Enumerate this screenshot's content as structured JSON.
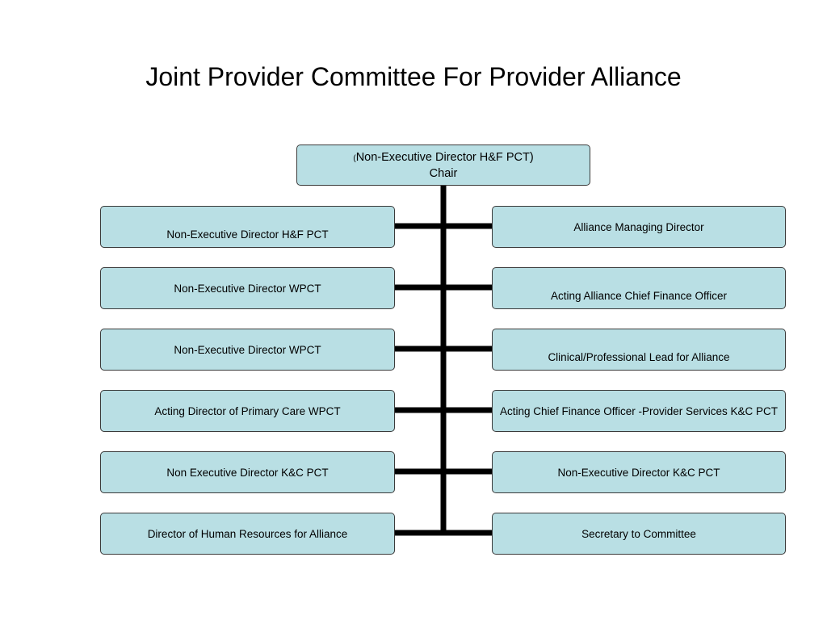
{
  "title": "Joint Provider Committee For Provider Alliance",
  "chair": {
    "open_paren": "(",
    "role": "Non-Executive Director H&F PCT)",
    "label": "Chair"
  },
  "left_members": [
    "Non-Executive Director H&F PCT",
    "Non-Executive Director WPCT",
    "Non-Executive Director WPCT",
    "Acting Director of Primary Care WPCT",
    "Non Executive Director K&C PCT",
    "Director of Human Resources for Alliance"
  ],
  "right_members": [
    "Alliance Managing Director",
    "Acting Alliance Chief Finance Officer",
    "Clinical/Professional Lead for Alliance",
    "Acting Chief Finance Officer -Provider Services K&C PCT",
    "Non-Executive Director K&C PCT",
    "Secretary to Committee"
  ],
  "colors": {
    "box_fill": "#b9dfe4",
    "box_border": "#3a3a3a",
    "connector": "#000000"
  }
}
